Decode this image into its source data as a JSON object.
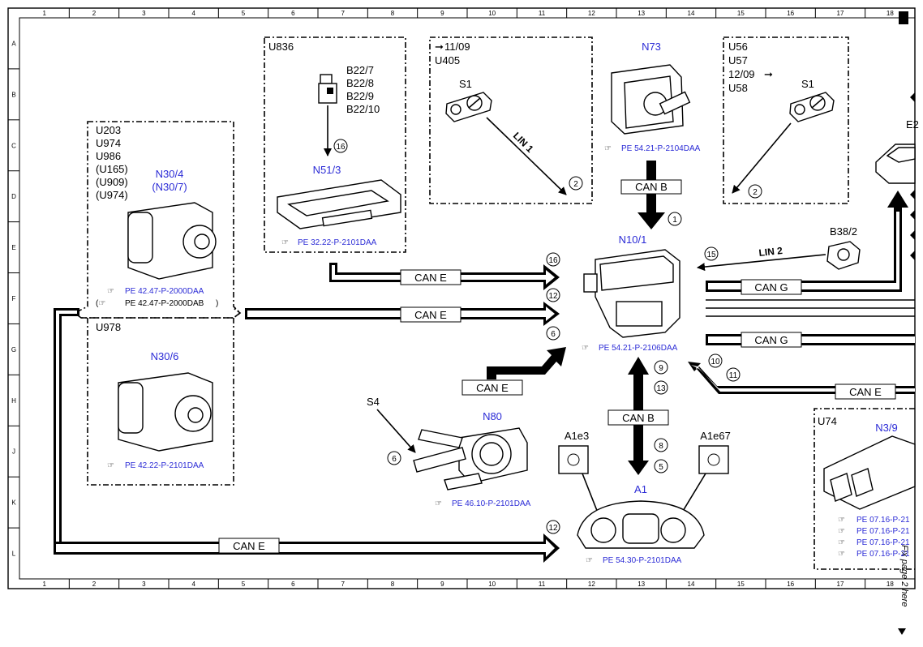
{
  "grid": {
    "columns": [
      "1",
      "2",
      "3",
      "4",
      "5",
      "6",
      "7",
      "8",
      "9",
      "10",
      "11",
      "12",
      "13",
      "14",
      "15",
      "16",
      "17",
      "18"
    ],
    "rows": [
      "A",
      "B",
      "C",
      "D",
      "E",
      "F",
      "G",
      "H",
      "J",
      "K",
      "L"
    ]
  },
  "side_note": "Fix page 2 here",
  "boxes": {
    "u836": {
      "label": "U836",
      "connectors": [
        "B22/7",
        "B22/8",
        "B22/9",
        "B22/10"
      ],
      "conn_num": "16",
      "module": "N51/3",
      "ref": "PE 32.22-P-2101DAA"
    },
    "u405": {
      "date": "11/09",
      "label": "U405",
      "switch": "S1",
      "lin_label": "LIN 1",
      "conn_num": "2"
    },
    "u56": {
      "labels": [
        "U56",
        "U57",
        "12/09",
        "U58"
      ],
      "switch": "S1",
      "conn_num": "2"
    },
    "abs_upper": {
      "labels": [
        "U203",
        "U974",
        "U986",
        "(U165)",
        "(U909)",
        "(U974)"
      ],
      "module": "N30/4",
      "module_alt": "(N30/7)",
      "ref": "PE 42.47-P-2000DAA",
      "ref_alt": "PE 42.47-P-2000DAB"
    },
    "abs_lower": {
      "label": "U978",
      "module": "N30/6",
      "ref": "PE 42.22-P-2101DAA"
    },
    "u74": {
      "label": "U74",
      "module": "N3/9",
      "refs": [
        "PE 07.16-P-21",
        "PE 07.16-P-21",
        "PE 07.16-P-21",
        "PE 07.16-P-21"
      ]
    }
  },
  "components": {
    "n73": {
      "label": "N73",
      "ref": "PE 54.21-P-2104DAA",
      "bus": "CAN B",
      "conn_num": "1"
    },
    "n10": {
      "label": "N10/1",
      "ref": "PE 54.21-P-2106DAA"
    },
    "b38": {
      "label": "B38/2",
      "lin_label": "LIN 2",
      "conn_num": "15"
    },
    "n80": {
      "label": "N80",
      "ref": "PE 46.10-P-2101DAA",
      "switch": "S4",
      "conn_num": "6"
    },
    "a1": {
      "label": "A1",
      "ref": "PE 54.30-P-2101DAA",
      "lamp_left": "A1e3",
      "lamp_right": "A1e67"
    },
    "e2": {
      "label": "E2"
    }
  },
  "buses": {
    "can_e_top": "CAN E",
    "can_e_mid": "CAN E",
    "can_e_lower": "CAN E",
    "can_e_bottom": "CAN E",
    "can_e_right": "CAN E",
    "can_g_top": "CAN G",
    "can_g_bottom": "CAN G",
    "can_b_cluster": "CAN B"
  },
  "conn_nums": {
    "n16": "16",
    "n12a": "12",
    "n6": "6",
    "n9": "9",
    "n13": "13",
    "n8": "8",
    "n5": "5",
    "n10": "10",
    "n11": "11",
    "n12b": "12"
  }
}
